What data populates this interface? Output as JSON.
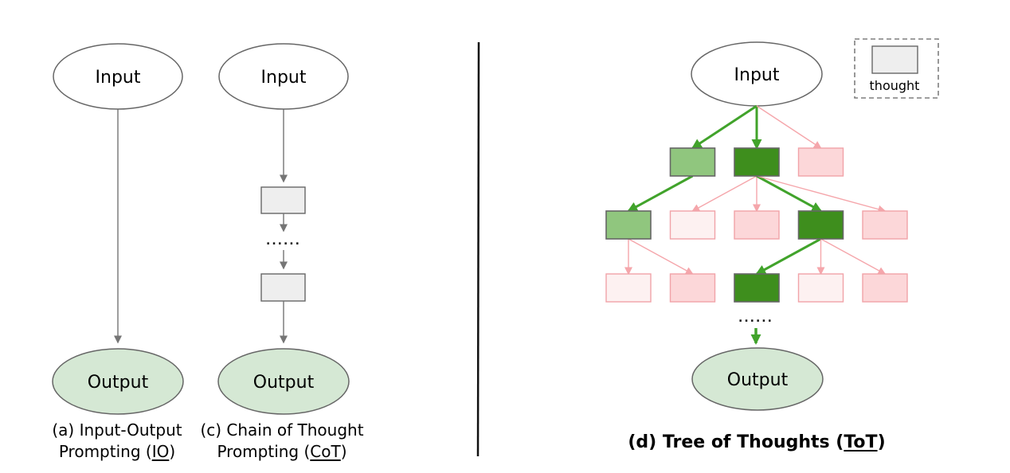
{
  "palette": {
    "white": "#ffffff",
    "gray_fill": "#eeeeee",
    "gray_stroke": "#666666",
    "output_green": "#d5e8d4",
    "medium_green": "#90c67e",
    "dark_green": "#3e8e1d",
    "pink": "#fcd7d9",
    "pink_faint": "#fdf1f1",
    "pink_stroke": "#f1a3a8",
    "green_arrow": "#41a32b",
    "pink_arrow": "#f5a6ab",
    "line_gray": "#757575",
    "divider_black": "#111111"
  },
  "panels": {
    "io": {
      "input_label": "Input",
      "output_label": "Output",
      "caption": {
        "line1": "(a) Input-Output",
        "line2_prefix": "Prompting (",
        "line2_underlined": "IO",
        "line2_suffix": ")"
      }
    },
    "cot": {
      "input_label": "Input",
      "output_label": "Output",
      "dots": "......",
      "caption": {
        "line1": "(c) Chain of Thought",
        "line2_prefix": "Prompting (",
        "line2_underlined": "CoT",
        "line2_suffix": ")"
      }
    },
    "tot": {
      "input_label": "Input",
      "output_label": "Output",
      "dots": "......",
      "legend": {
        "label": "thought"
      },
      "caption": {
        "prefix": "(d) Tree of Thoughts (",
        "underlined": "ToT",
        "suffix": ")"
      },
      "tree": {
        "state_legend": {
          "explored": "medium green thought kept on a promising branch",
          "chosen": "dark green thought on the selected path",
          "rejected": "pink discarded thought",
          "faded": "very light pink discarded thought"
        },
        "rows": [
          [
            "explored",
            "chosen",
            "rejected"
          ],
          [
            "explored",
            "faded",
            "rejected",
            "chosen",
            "rejected"
          ],
          [
            "faded",
            "rejected",
            "chosen",
            "faded",
            "rejected"
          ]
        ],
        "edges": [
          {
            "from": "input",
            "to": [
              0,
              0
            ],
            "type": "green"
          },
          {
            "from": "input",
            "to": [
              0,
              1
            ],
            "type": "green"
          },
          {
            "from": "input",
            "to": [
              0,
              2
            ],
            "type": "pink"
          },
          {
            "from": [
              0,
              0
            ],
            "to": [
              1,
              0
            ],
            "type": "green"
          },
          {
            "from": [
              0,
              1
            ],
            "to": [
              1,
              1
            ],
            "type": "pink"
          },
          {
            "from": [
              0,
              1
            ],
            "to": [
              1,
              2
            ],
            "type": "pink"
          },
          {
            "from": [
              0,
              1
            ],
            "to": [
              1,
              3
            ],
            "type": "green"
          },
          {
            "from": [
              0,
              1
            ],
            "to": [
              1,
              4
            ],
            "type": "pink"
          },
          {
            "from": [
              1,
              0
            ],
            "to": [
              2,
              0
            ],
            "type": "pink"
          },
          {
            "from": [
              1,
              0
            ],
            "to": [
              2,
              1
            ],
            "type": "pink"
          },
          {
            "from": [
              1,
              3
            ],
            "to": [
              2,
              2
            ],
            "type": "green"
          },
          {
            "from": [
              1,
              3
            ],
            "to": [
              2,
              3
            ],
            "type": "pink"
          },
          {
            "from": [
              1,
              3
            ],
            "to": [
              2,
              4
            ],
            "type": "pink"
          }
        ]
      }
    }
  }
}
